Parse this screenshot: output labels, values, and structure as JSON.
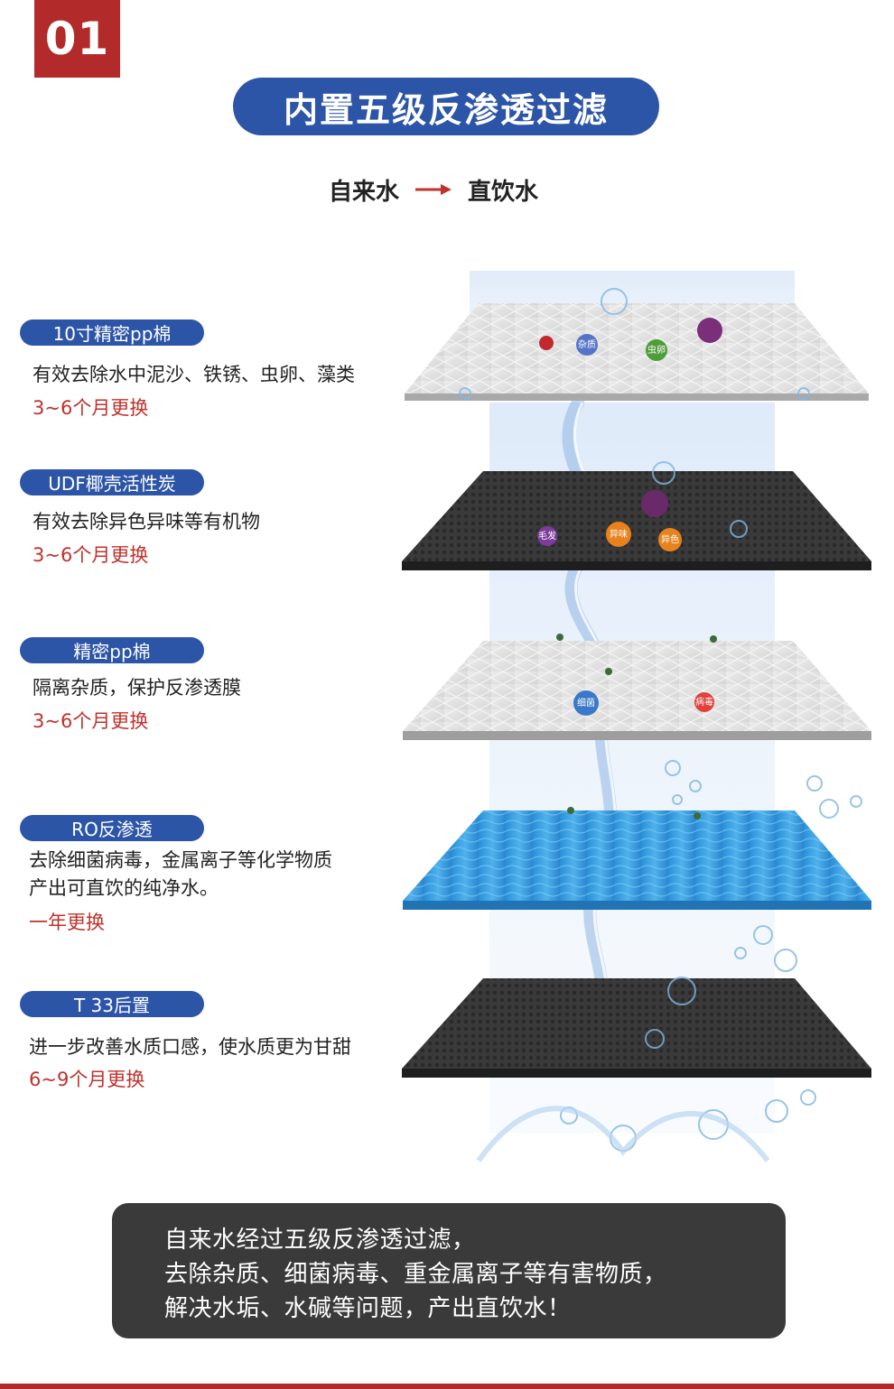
{
  "badge": "01",
  "title": "内置五级反渗透过滤",
  "flow": {
    "from": "自来水",
    "to": "直饮水"
  },
  "layers": [
    {
      "name": "10寸精密pp棉",
      "desc": [
        "有效去除水中泥沙、铁锈、虫卵、藻类"
      ],
      "replace": "3~6个月更换"
    },
    {
      "name": "UDF椰壳活性炭",
      "desc": [
        "有效去除异色异味等有机物"
      ],
      "replace": "3~6个月更换"
    },
    {
      "name": "精密pp棉",
      "desc": [
        "隔离杂质，保护反渗透膜"
      ],
      "replace": "3~6个月更换"
    },
    {
      "name": "RO反渗透",
      "desc": [
        "去除细菌病毒，金属离子等化学物质",
        "产出可直饮的纯净水。"
      ],
      "replace": "一年更换"
    },
    {
      "name": "T 33后置",
      "desc": [
        "进一步改善水质口感，使水质更为甘甜"
      ],
      "replace": "6~9个月更换"
    }
  ],
  "particles": [
    "杂质",
    "虫卵",
    "毛发",
    "异味",
    "异色",
    "细菌",
    "病毒"
  ],
  "summary": [
    "自来水经过五级反渗透过滤，",
    "去除杂质、细菌病毒、重金属离子等有害物质，",
    "解决水垢、水碱等问题，产出直饮水！"
  ],
  "colors": {
    "accent_red": "#b32a2a",
    "accent_blue": "#2c55a8",
    "replace_red": "#c0312b",
    "summary_bg": "#3a3a3a"
  }
}
